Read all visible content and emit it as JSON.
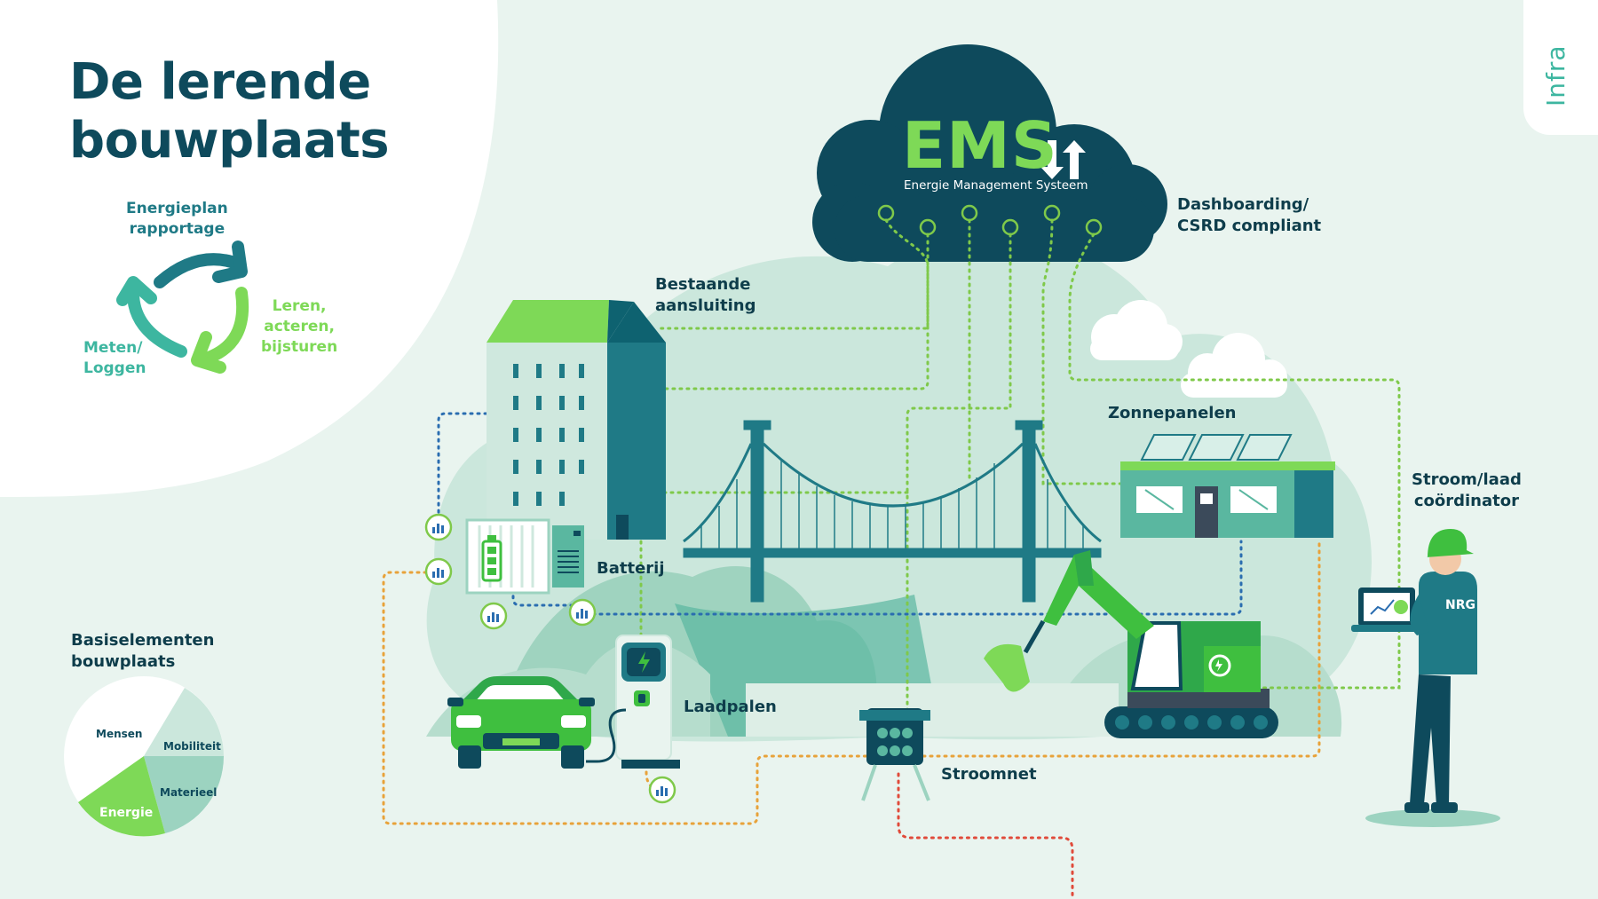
{
  "title": "De lerende\nbouwplaats",
  "tab_label": "Infra",
  "cycle": {
    "step1": "Energieplan\nrapportage",
    "step2": "Leren,\nacteren,\nbijsturen",
    "step3": "Meten/\nLoggen"
  },
  "ems": {
    "title": "EMS",
    "subtitle": "Energie Management Systeem"
  },
  "labels": {
    "dashboarding": "Dashboarding/\nCSRD compliant",
    "bestaande": "Bestaande\naansluiting",
    "zonnepanelen": "Zonnepanelen",
    "stroomlaad": "Stroom/laad\ncoördinator",
    "batterij": "Batterij",
    "laadpalen": "Laadpalen",
    "stroomnet": "Stroomnet",
    "worker_badge": "NRG"
  },
  "basis": {
    "heading": "Basiselementen\nbouwplaats",
    "slices": [
      {
        "label": "Mensen",
        "share": 0.38
      },
      {
        "label": "Mobiliteit",
        "share": 0.2
      },
      {
        "label": "Materieel",
        "share": 0.2
      },
      {
        "label": "Energie",
        "share": 0.22
      }
    ]
  },
  "colors": {
    "dark_teal": "#0e4a5c",
    "teal": "#1f7a86",
    "green": "#3fbf3f",
    "lime": "#7ed957",
    "mint": "#cbe7dc",
    "line_blue": "#2a6db0",
    "line_green": "#7fc94a",
    "line_orange": "#e8a23a",
    "line_red": "#e04a3a"
  }
}
